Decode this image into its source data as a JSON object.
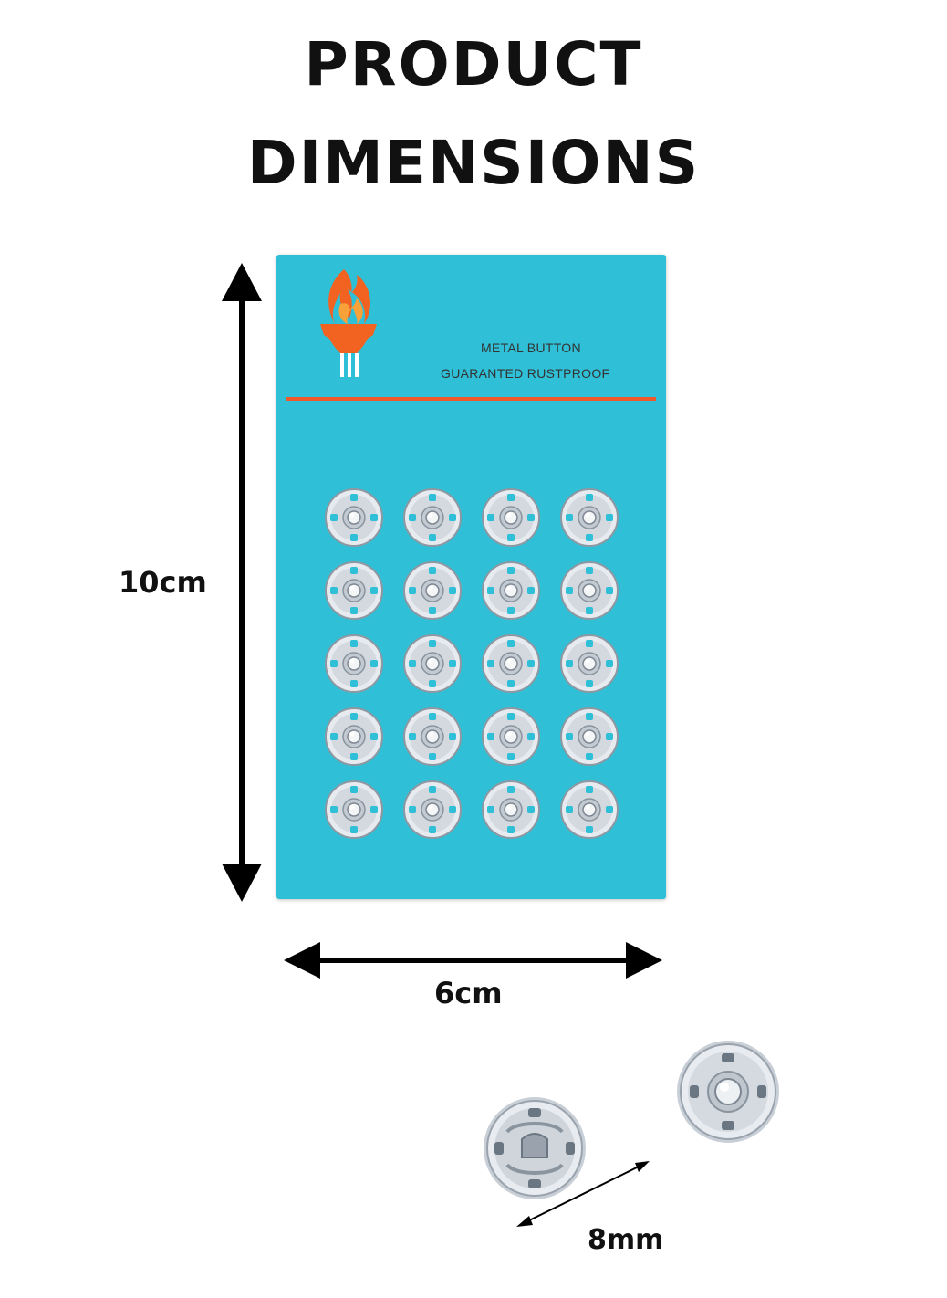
{
  "title": {
    "line1": "PRODUCT",
    "line2": "DIMENSIONS"
  },
  "dimensions": {
    "height": "10cm",
    "width": "6cm",
    "diameter": "8mm"
  },
  "card": {
    "line1": "METAL BUTTON",
    "line2": "GUARANTED RUSTPROOF",
    "background_color": "#2fbfd6",
    "stripe_color": "#f05a2a"
  },
  "snaps": {
    "rows": 5,
    "columns": 4
  }
}
